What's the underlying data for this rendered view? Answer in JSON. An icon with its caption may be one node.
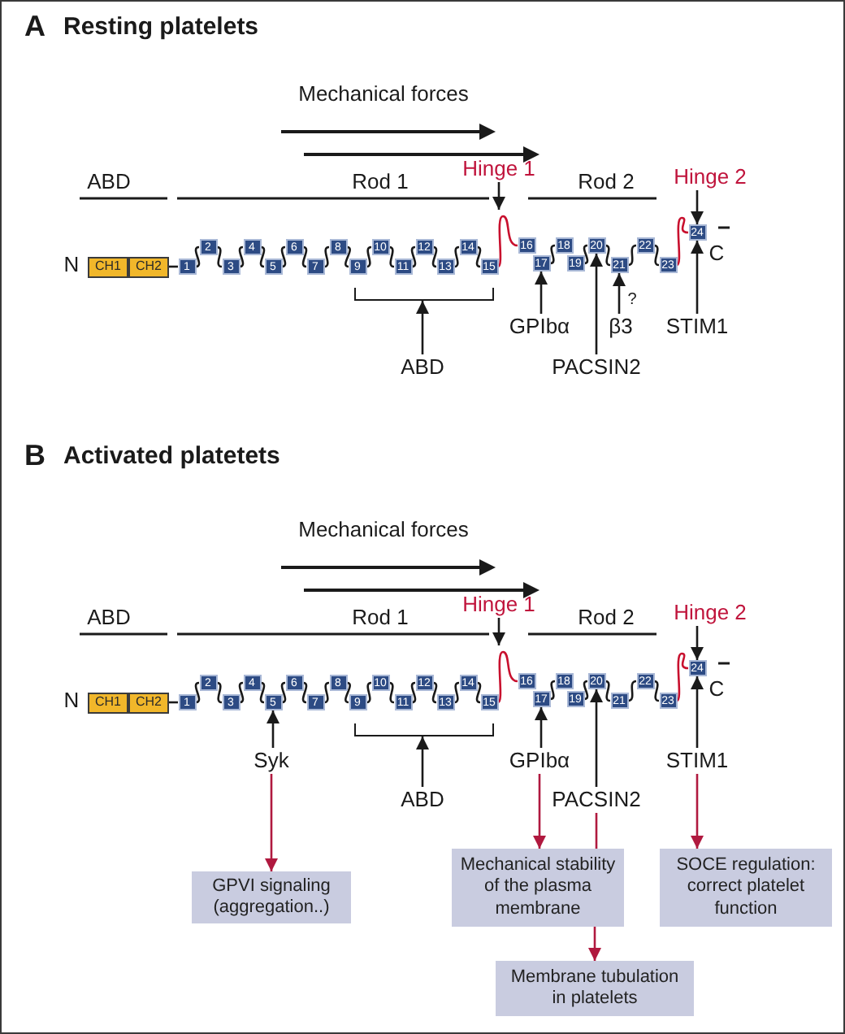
{
  "diagram": {
    "nodes": [
      {
        "text": [
          "Hinge 1"
        ]
      },
      {
        "text": [
          "Hinge 2"
        ]
      },
      {
        "text": [
          "CH1"
        ]
      },
      {
        "text": [
          "CH2"
        ]
      },
      {
        "text": [
          "1"
        ]
      },
      {
        "text": [
          "2"
        ]
      },
      {
        "text": [
          "3"
        ]
      },
      {
        "text": [
          "4"
        ]
      },
      {
        "text": [
          "5"
        ]
      },
      {
        "text": [
          "6"
        ]
      },
      {
        "text": [
          "7"
        ]
      },
      {
        "text": [
          "8"
        ]
      },
      {
        "text": [
          "9"
        ]
      },
      {
        "text": [
          "10"
        ]
      },
      {
        "text": [
          "11"
        ]
      },
      {
        "text": [
          "12"
        ]
      },
      {
        "text": [
          "13"
        ]
      },
      {
        "text": [
          "14"
        ]
      },
      {
        "text": [
          "15"
        ]
      },
      {
        "text": [
          "16"
        ]
      },
      {
        "text": [
          "17"
        ]
      },
      {
        "text": [
          "18"
        ]
      },
      {
        "text": [
          "19"
        ]
      },
      {
        "text": [
          "20"
        ]
      },
      {
        "text": [
          "21"
        ]
      },
      {
        "text": [
          "22"
        ]
      },
      {
        "text": [
          "23"
        ]
      },
      {
        "text": [
          "24"
        ]
      },
      {
        "text": [
          "ABD"
        ]
      },
      {
        "text": [
          "GPIbα"
        ]
      },
      {
        "text": [
          "β3"
        ]
      },
      {
        "text": [
          "STIM1"
        ]
      },
      {
        "text": [
          "PACSIN2"
        ]
      },
      {
        "text": [
          "Hinge 1"
        ]
      },
      {
        "text": [
          "Hinge 2"
        ]
      },
      {
        "text": [
          "CH1"
        ]
      },
      {
        "text": [
          "CH2"
        ]
      },
      {
        "text": [
          "1"
        ]
      },
      {
        "text": [
          "2"
        ]
      },
      {
        "text": [
          "3"
        ]
      },
      {
        "text": [
          "4"
        ]
      },
      {
        "text": [
          "5"
        ]
      },
      {
        "text": [
          "6"
        ]
      },
      {
        "text": [
          "7"
        ]
      },
      {
        "text": [
          "8"
        ]
      },
      {
        "text": [
          "9"
        ]
      },
      {
        "text": [
          "10"
        ]
      },
      {
        "text": [
          "11"
        ]
      },
      {
        "text": [
          "12"
        ]
      },
      {
        "text": [
          "13"
        ]
      },
      {
        "text": [
          "14"
        ]
      },
      {
        "text": [
          "15"
        ]
      },
      {
        "text": [
          "16"
        ]
      },
      {
        "text": [
          "17"
        ]
      },
      {
        "text": [
          "18"
        ]
      },
      {
        "text": [
          "19"
        ]
      },
      {
        "text": [
          "20"
        ]
      },
      {
        "text": [
          "21"
        ]
      },
      {
        "text": [
          "22"
        ]
      },
      {
        "text": [
          "23"
        ]
      },
      {
        "text": [
          "24"
        ]
      },
      {
        "text": [
          "Syk"
        ]
      },
      {
        "text": [
          "ABD"
        ]
      },
      {
        "text": [
          "GPIbα"
        ]
      },
      {
        "text": [
          "STIM1"
        ]
      },
      {
        "text": [
          "PACSIN2"
        ]
      },
      {
        "text": [
          "Mechanical stability of the plasma membrane"
        ]
      },
      {
        "text": [
          "SOCE regulation: correct platelet function"
        ]
      },
      {
        "text": [
          "GPVI signaling (aggregation..)"
        ]
      },
      {
        "text": [
          "Membrane tubulation in platelets"
        ]
      },
      {
        "text": [],
        "shape": "bracket"
      },
      {
        "text": [],
        "shape": "bracket"
      }
    ],
    "edges": [
      {
        "from": 3,
        "to": 4,
        "arrow": "none"
      },
      {
        "from": 4,
        "to": 5,
        "arrow": "none"
      },
      {
        "from": 5,
        "to": 6,
        "arrow": "none"
      },
      {
        "from": 6,
        "to": 7,
        "arrow": "none"
      },
      {
        "from": 7,
        "to": 8,
        "arrow": "none"
      },
      {
        "from": 8,
        "to": 9,
        "arrow": "none"
      },
      {
        "from": 9,
        "to": 10,
        "arrow": "none"
      },
      {
        "from": 10,
        "to": 11,
        "arrow": "none"
      },
      {
        "from": 11,
        "to": 12,
        "arrow": "none"
      },
      {
        "from": 12,
        "to": 13,
        "arrow": "none"
      },
      {
        "from": 13,
        "to": 14,
        "arrow": "none"
      },
      {
        "from": 14,
        "to": 15,
        "arrow": "none"
      },
      {
        "from": 15,
        "to": 16,
        "arrow": "none"
      },
      {
        "from": 16,
        "to": 17,
        "arrow": "none"
      },
      {
        "from": 17,
        "to": 18,
        "arrow": "none"
      },
      {
        "from": 18,
        "to": 19,
        "arrow": "none",
        "color": "#c8102e"
      },
      {
        "from": 20,
        "to": 21,
        "arrow": "none"
      },
      {
        "from": 22,
        "to": 23,
        "arrow": "none"
      },
      {
        "from": 23,
        "to": 24,
        "arrow": "none"
      },
      {
        "from": 24,
        "to": 25,
        "arrow": "none"
      },
      {
        "from": 25,
        "to": 26,
        "arrow": "none"
      },
      {
        "from": 26,
        "to": 27,
        "arrow": "none",
        "color": "#c8102e"
      },
      {
        "from": 0,
        "to": null,
        "arrow": "to"
      },
      {
        "from": 1,
        "to": 27,
        "arrow": "to"
      },
      {
        "from": 28,
        "to": 70,
        "arrow": "to"
      },
      {
        "from": 29,
        "to": 20,
        "arrow": "to"
      },
      {
        "from": 30,
        "to": 24,
        "arrow": "to"
      },
      {
        "from": 31,
        "to": 27,
        "arrow": "to"
      },
      {
        "from": 32,
        "to": 23,
        "arrow": "to"
      },
      {
        "from": 36,
        "to": 37,
        "arrow": "none"
      },
      {
        "from": 37,
        "to": 38,
        "arrow": "none"
      },
      {
        "from": 38,
        "to": 39,
        "arrow": "none"
      },
      {
        "from": 39,
        "to": 40,
        "arrow": "none"
      },
      {
        "from": 40,
        "to": 41,
        "arrow": "none"
      },
      {
        "from": 41,
        "to": 42,
        "arrow": "none"
      },
      {
        "from": 42,
        "to": 43,
        "arrow": "none"
      },
      {
        "from": 43,
        "to": 44,
        "arrow": "none"
      },
      {
        "from": 44,
        "to": 45,
        "arrow": "none"
      },
      {
        "from": 45,
        "to": 46,
        "arrow": "none"
      },
      {
        "from": 46,
        "to": 47,
        "arrow": "none"
      },
      {
        "from": 47,
        "to": 48,
        "arrow": "none"
      },
      {
        "from": 48,
        "to": 49,
        "arrow": "none"
      },
      {
        "from": 49,
        "to": 50,
        "arrow": "none"
      },
      {
        "from": 50,
        "to": 51,
        "arrow": "none"
      },
      {
        "from": 51,
        "to": 52,
        "arrow": "none",
        "color": "#c8102e"
      },
      {
        "from": 53,
        "to": 54,
        "arrow": "none"
      },
      {
        "from": 55,
        "to": 56,
        "arrow": "none"
      },
      {
        "from": 56,
        "to": 57,
        "arrow": "none"
      },
      {
        "from": 57,
        "to": 58,
        "arrow": "none"
      },
      {
        "from": 58,
        "to": 59,
        "arrow": "none"
      },
      {
        "from": 59,
        "to": 60,
        "arrow": "none",
        "color": "#c8102e"
      },
      {
        "from": 33,
        "to": null,
        "arrow": "to"
      },
      {
        "from": 34,
        "to": 60,
        "arrow": "to"
      },
      {
        "from": 61,
        "to": 41,
        "arrow": "to"
      },
      {
        "from": 62,
        "to": 71,
        "arrow": "to"
      },
      {
        "from": 63,
        "to": 53,
        "arrow": "to"
      },
      {
        "from": 64,
        "to": 60,
        "arrow": "to"
      },
      {
        "from": 65,
        "to": 56,
        "arrow": "to"
      },
      {
        "from": 61,
        "to": 68,
        "arrow": "to",
        "color": "#b0193f"
      },
      {
        "from": 63,
        "to": 66,
        "arrow": "to",
        "color": "#b0193f"
      },
      {
        "from": 65,
        "to": 66,
        "arrow": "none",
        "color": "#b0193f"
      },
      {
        "from": 64,
        "to": 67,
        "arrow": "to",
        "color": "#b0193f"
      },
      {
        "from": 66,
        "to": 69,
        "arrow": "to",
        "color": "#b0193f"
      }
    ],
    "labels": [
      "A",
      "Resting platelets",
      "Mechanical forces",
      "ABD",
      "Rod 1",
      "Rod 2",
      "N",
      "C",
      "?",
      "B",
      "Activated platetets",
      "Mechanical forces",
      "ABD",
      "Rod 1",
      "Rod 2",
      "N",
      "C"
    ]
  }
}
